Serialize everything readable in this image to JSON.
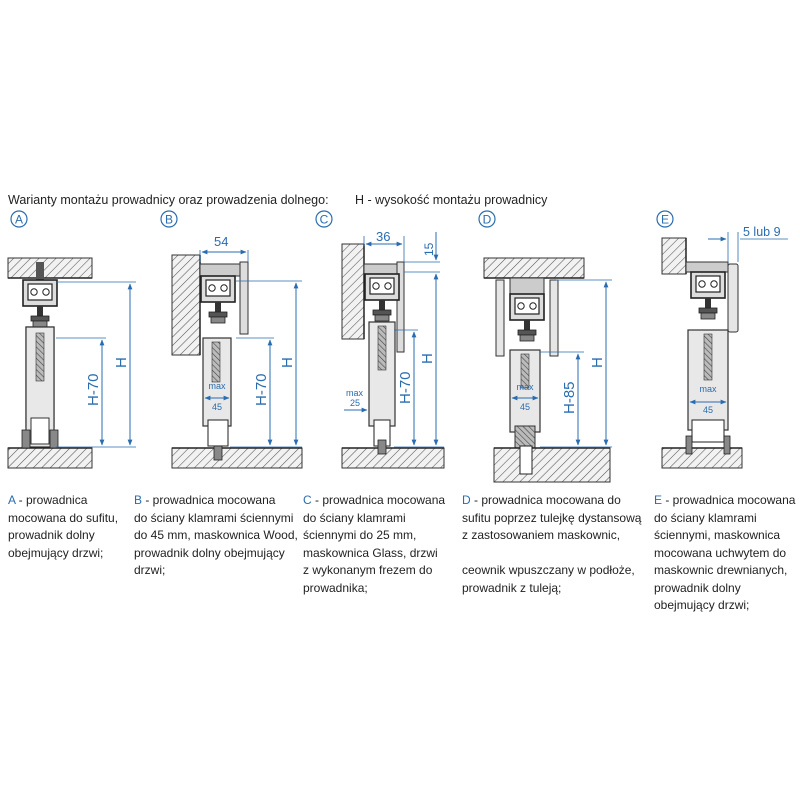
{
  "header": {
    "title": "Warianty montażu prowadnicy oraz prowadzenia dolnego:",
    "h_note": "H - wysokość montażu prowadnicy"
  },
  "variants": [
    {
      "letter": "A",
      "dims": {
        "h": "H",
        "h2": "H-70"
      },
      "caption_rest": [
        " - prowadnica",
        "mocowana do sufitu,",
        "prowadnik dolny",
        "obejmujący drzwi;"
      ]
    },
    {
      "letter": "B",
      "dims": {
        "top": "54",
        "h": "H",
        "h2": "H-70",
        "max": "max",
        "max_val": "45"
      },
      "caption_rest": [
        " - prowadnica mocowana",
        "do ściany klamrami ściennymi",
        "do 45 mm, maskownica Wood,",
        "prowadnik dolny obejmujący",
        "drzwi;"
      ]
    },
    {
      "letter": "C",
      "dims": {
        "top": "36",
        "side": "15",
        "h": "H",
        "h2": "H-70",
        "max": "max",
        "max_val": "25"
      },
      "caption_rest": [
        " - prowadnica mocowana",
        "do ściany klamrami",
        "ściennymi do 25 mm,",
        "maskownica Glass, drzwi",
        "z wykonanym frezem do",
        "prowadnika;"
      ]
    },
    {
      "letter": "D",
      "dims": {
        "h": "H",
        "h2": "H-85",
        "max": "max",
        "max_val": "45"
      },
      "caption_rest": [
        " - prowadnica mocowana do",
        "sufitu poprzez tulejkę dystansową",
        "z zastosowaniem maskownic,"
      ],
      "caption_extra": [
        "ceownik wpuszczany w podłoże,",
        "prowadnik z tuleją;"
      ]
    },
    {
      "letter": "E",
      "dims": {
        "top": "5 lub 9",
        "max": "max",
        "max_val": "45"
      },
      "caption_rest": [
        " - prowadnica mocowana",
        "do ściany klamrami",
        "ściennymi, maskownica",
        "mocowana uchwytem do",
        "maskownic drewnianych,",
        "prowadnik dolny",
        "obejmujący drzwi;"
      ]
    }
  ],
  "colors": {
    "accent": "#2a6cb0",
    "line": "#333333",
    "hatch": "#555555",
    "door": "#e8e8e8"
  }
}
